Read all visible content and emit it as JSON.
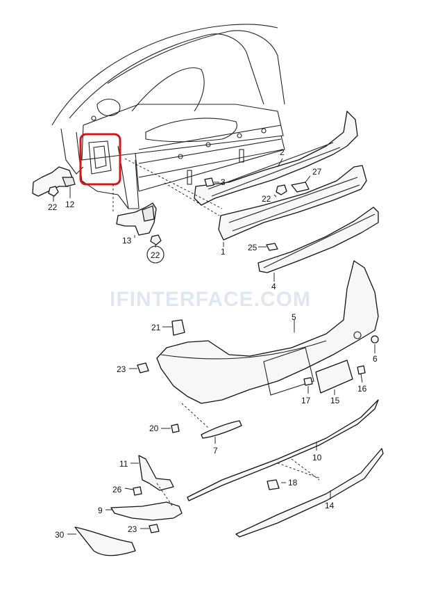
{
  "watermark": "IFINTERFACE.COM",
  "highlight_color": "#d7161b",
  "labels": [
    {
      "id": "lbl-1",
      "text": "1"
    },
    {
      "id": "lbl-2",
      "text": "2"
    },
    {
      "id": "lbl-3",
      "text": "3"
    },
    {
      "id": "lbl-4",
      "text": "4"
    },
    {
      "id": "lbl-5",
      "text": "5"
    },
    {
      "id": "lbl-6",
      "text": "6"
    },
    {
      "id": "lbl-7",
      "text": "7"
    },
    {
      "id": "lbl-9",
      "text": "9"
    },
    {
      "id": "lbl-10",
      "text": "10"
    },
    {
      "id": "lbl-11",
      "text": "11"
    },
    {
      "id": "lbl-12",
      "text": "12"
    },
    {
      "id": "lbl-13",
      "text": "13"
    },
    {
      "id": "lbl-14",
      "text": "14"
    },
    {
      "id": "lbl-15",
      "text": "15"
    },
    {
      "id": "lbl-16",
      "text": "16"
    },
    {
      "id": "lbl-17",
      "text": "17"
    },
    {
      "id": "lbl-18",
      "text": "18"
    },
    {
      "id": "lbl-20",
      "text": "20"
    },
    {
      "id": "lbl-21",
      "text": "21"
    },
    {
      "id": "lbl-22a",
      "text": "22"
    },
    {
      "id": "lbl-22b",
      "text": "22"
    },
    {
      "id": "lbl-22c",
      "text": "22"
    },
    {
      "id": "lbl-23a",
      "text": "23"
    },
    {
      "id": "lbl-23b",
      "text": "23"
    },
    {
      "id": "lbl-25",
      "text": "25"
    },
    {
      "id": "lbl-26",
      "text": "26"
    },
    {
      "id": "lbl-27",
      "text": "27"
    },
    {
      "id": "lbl-30",
      "text": "30"
    }
  ]
}
